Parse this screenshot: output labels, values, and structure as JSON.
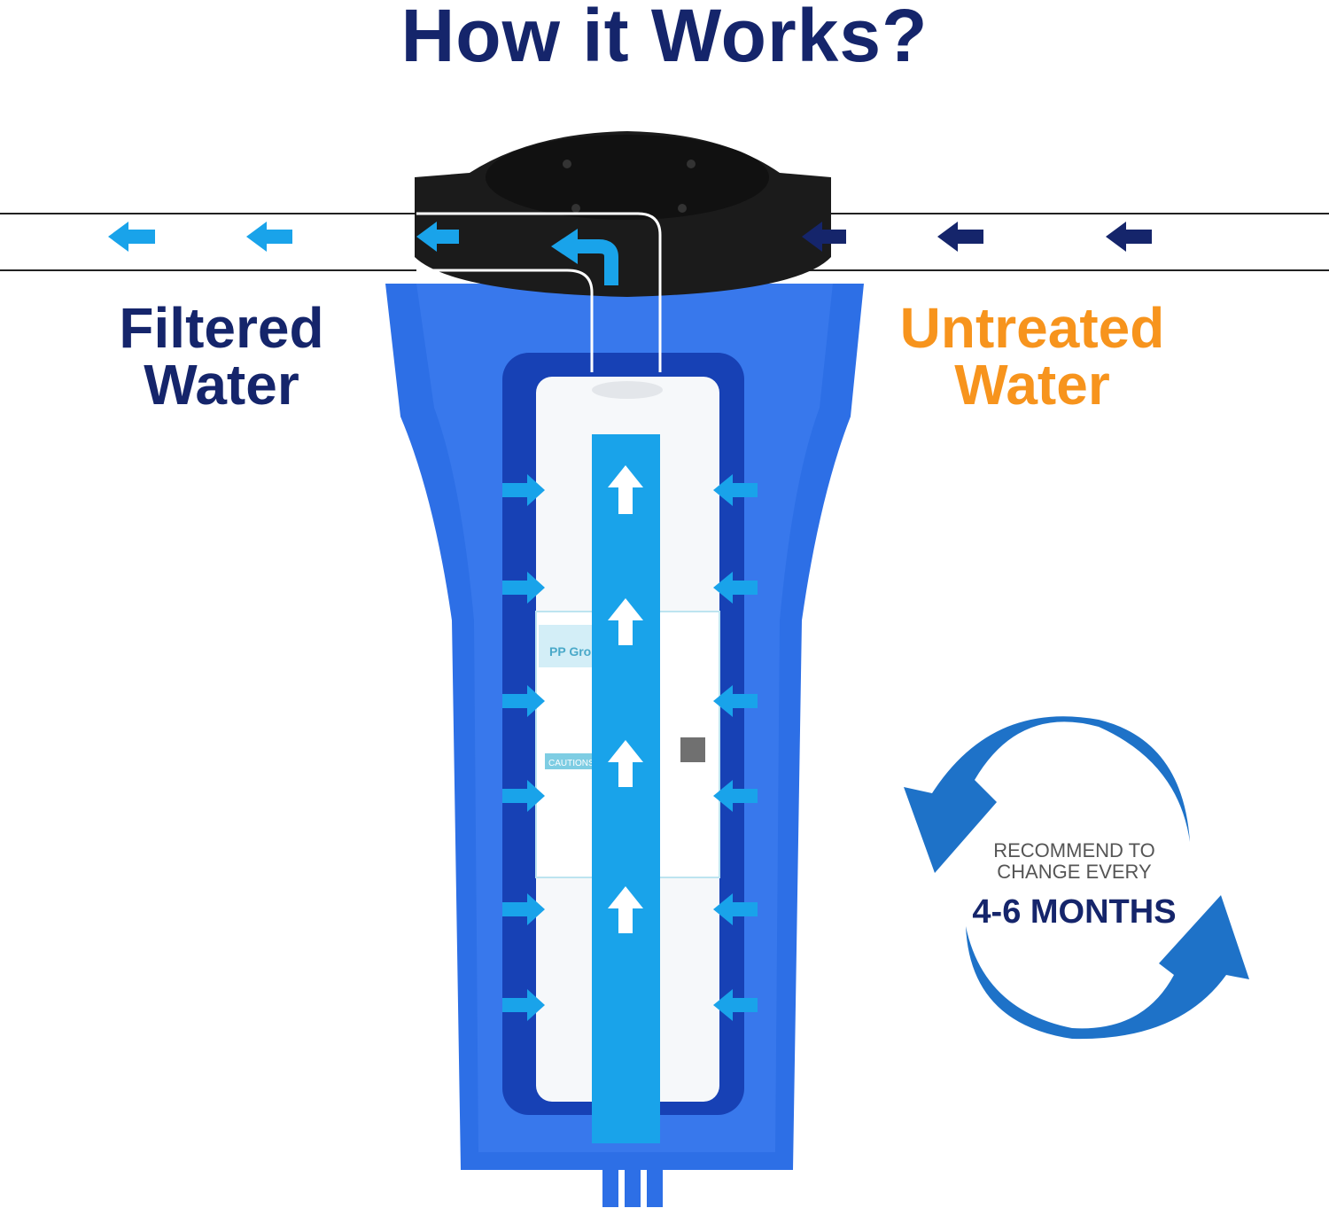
{
  "title": "How it Works?",
  "outlet_label": {
    "line1": "Filtered",
    "line2": "Water"
  },
  "inlet_label": {
    "line1": "Untreated",
    "line2": "Water"
  },
  "cartridge_label": {
    "heading": "PP Gro",
    "section": "CAUTIONS"
  },
  "replacement": {
    "line1": "RECOMMEND TO",
    "line2": "CHANGE EVERY",
    "interval": "4-6 MONTHS"
  },
  "colors": {
    "title": "#15256b",
    "filtered": "#15256b",
    "untreated": "#f7941d",
    "housing": "#2d6fe6",
    "inner": "#1741b5",
    "channel": "#19a3ea",
    "cap": "#1b1b1b",
    "cycle_arrows": "#1e72c8"
  }
}
